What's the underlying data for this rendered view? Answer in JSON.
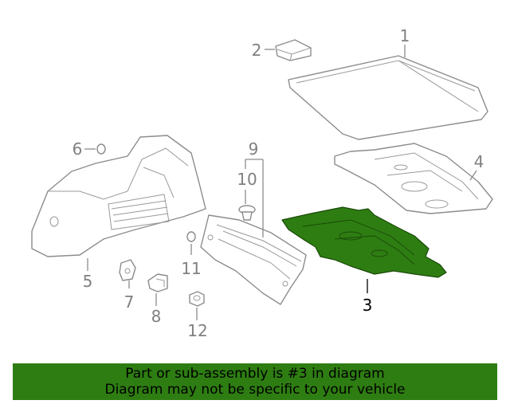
{
  "diagram": {
    "callouts": [
      "1",
      "2",
      "3",
      "4",
      "5",
      "6",
      "7",
      "8",
      "9",
      "10",
      "11",
      "12"
    ],
    "highlighted_part": "3",
    "highlight_color": "#2e7d12",
    "outline_color": "#8c8c8c"
  },
  "banner": {
    "line1": "Part or sub-assembly is #3 in diagram",
    "line2": "Diagram may not be specific to your vehicle",
    "background": "#2e7d12"
  }
}
